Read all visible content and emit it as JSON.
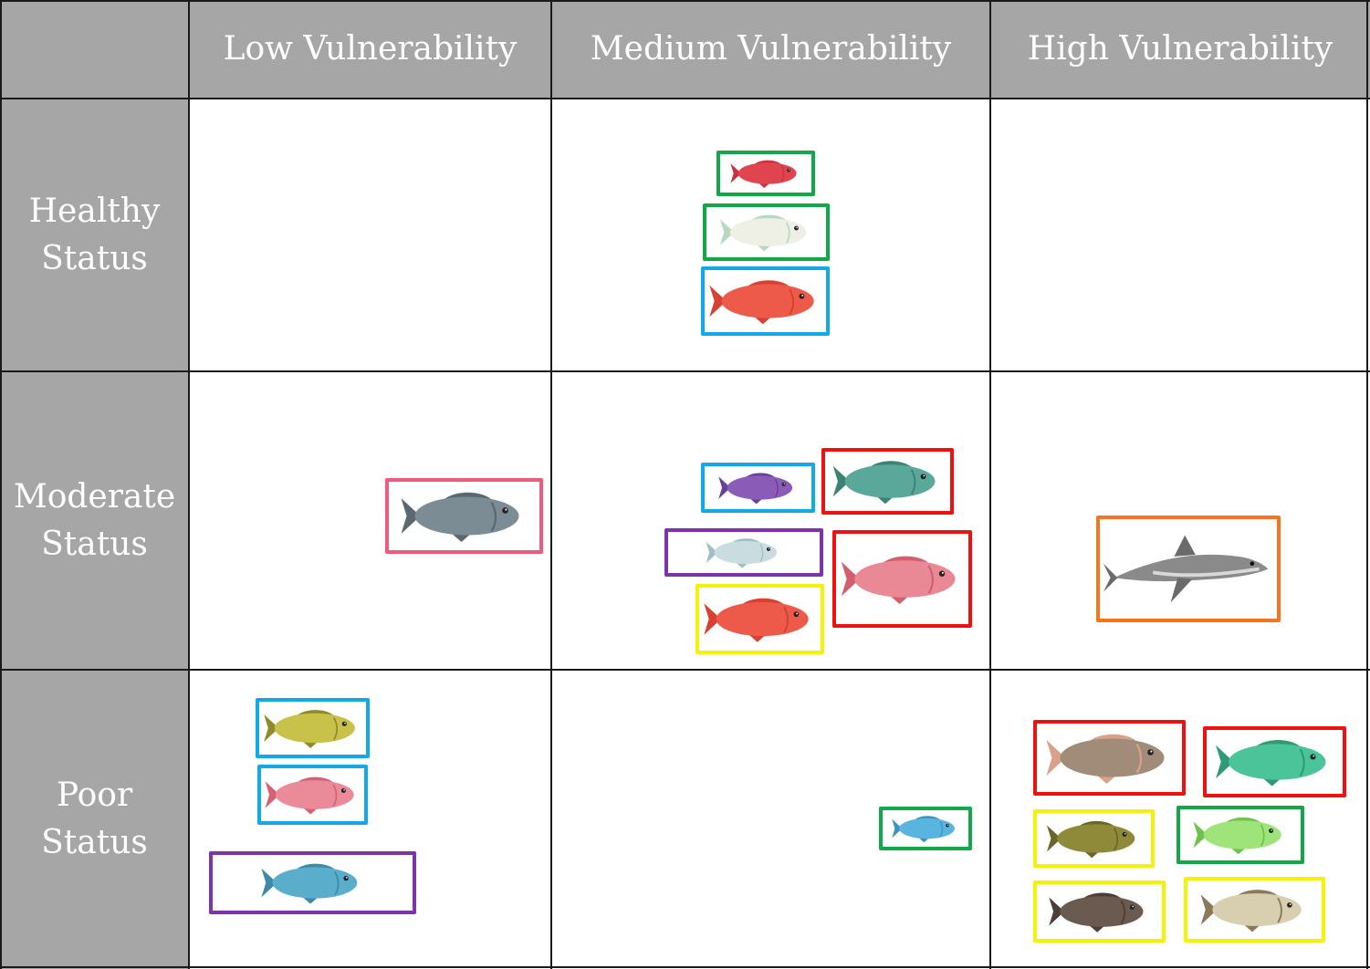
{
  "header": {
    "corner": "",
    "columns": [
      "Low Vulnerability",
      "Medium Vulnerability",
      "High Vulnerability"
    ],
    "rows": [
      {
        "line1": "Healthy",
        "line2": "Status"
      },
      {
        "line1": "Moderate",
        "line2": "Status"
      },
      {
        "line1": "Poor",
        "line2": "Status"
      }
    ]
  },
  "colors": {
    "header_bg": "#a6a6a6",
    "green": "#12a84a",
    "blue": "#12a9e6",
    "red": "#ee1111",
    "purple": "#7b35a8",
    "yellow": "#f5f20a",
    "pink": "#ef5a7f",
    "orange": "#f7761c"
  },
  "fish": [
    {
      "name": "red-parrotfish",
      "frame": "green",
      "icon": "fish-icon",
      "body": "#e0444f",
      "fin": "#c93040"
    },
    {
      "name": "white-parrotfish",
      "frame": "green",
      "icon": "fish-icon",
      "body": "#eef0e6",
      "fin": "#b8d8bf"
    },
    {
      "name": "coral-grouper",
      "frame": "blue",
      "icon": "fish-icon",
      "body": "#ee5a4a",
      "fin": "#d94032"
    },
    {
      "name": "milkfish",
      "frame": "pink",
      "icon": "fish-icon",
      "body": "#7c8c94",
      "fin": "#5a6870"
    },
    {
      "name": "purple-surgeonfish",
      "frame": "blue",
      "icon": "fish-icon",
      "body": "#8a5cb8",
      "fin": "#6a3f98"
    },
    {
      "name": "green-snapper",
      "frame": "red",
      "icon": "fish-icon",
      "body": "#5aa89a",
      "fin": "#3e8275"
    },
    {
      "name": "spanish-mackerel-light",
      "frame": "purple",
      "icon": "fish-icon",
      "body": "#c9dde0",
      "fin": "#9fbfc4"
    },
    {
      "name": "red-snapper",
      "frame": "red",
      "icon": "fish-icon",
      "body": "#e98995",
      "fin": "#d35f6e"
    },
    {
      "name": "coral-grouper-2",
      "frame": "yellow",
      "icon": "fish-icon",
      "body": "#ee5a4a",
      "fin": "#d94032"
    },
    {
      "name": "reef-shark",
      "frame": "orange",
      "icon": "shark-icon",
      "body": "#8a8a8a",
      "fin": "#6a6a6a"
    },
    {
      "name": "yellow-rabbitfish",
      "frame": "blue",
      "icon": "fish-icon",
      "body": "#c9c24a",
      "fin": "#8f8a2a"
    },
    {
      "name": "pink-rabbitfish",
      "frame": "blue",
      "icon": "fish-icon",
      "body": "#eb8a98",
      "fin": "#d36274"
    },
    {
      "name": "blue-mackerel",
      "frame": "purple",
      "icon": "fish-icon",
      "body": "#5aaecb",
      "fin": "#3f8aa8"
    },
    {
      "name": "blue-parrotfish",
      "frame": "green",
      "icon": "fish-icon",
      "body": "#5ab4e0",
      "fin": "#3a92c2"
    },
    {
      "name": "brown-snapper",
      "frame": "red",
      "icon": "fish-icon",
      "body": "#a08c78",
      "fin": "#d9a08a"
    },
    {
      "name": "green-wrasse",
      "frame": "red",
      "icon": "fish-icon",
      "body": "#4cc49a",
      "fin": "#2f9a74"
    },
    {
      "name": "olive-grouper",
      "frame": "yellow",
      "icon": "fish-icon",
      "body": "#8f8a3a",
      "fin": "#6a6528"
    },
    {
      "name": "lime-parrotfish",
      "frame": "green",
      "icon": "fish-icon",
      "body": "#9ee47a",
      "fin": "#6fc24e"
    },
    {
      "name": "banded-grouper",
      "frame": "yellow",
      "icon": "fish-icon",
      "body": "#6a5a50",
      "fin": "#4a3e36"
    },
    {
      "name": "spotted-grouper",
      "frame": "yellow",
      "icon": "fish-icon",
      "body": "#d8cfb0",
      "fin": "#8a7a5a"
    }
  ]
}
